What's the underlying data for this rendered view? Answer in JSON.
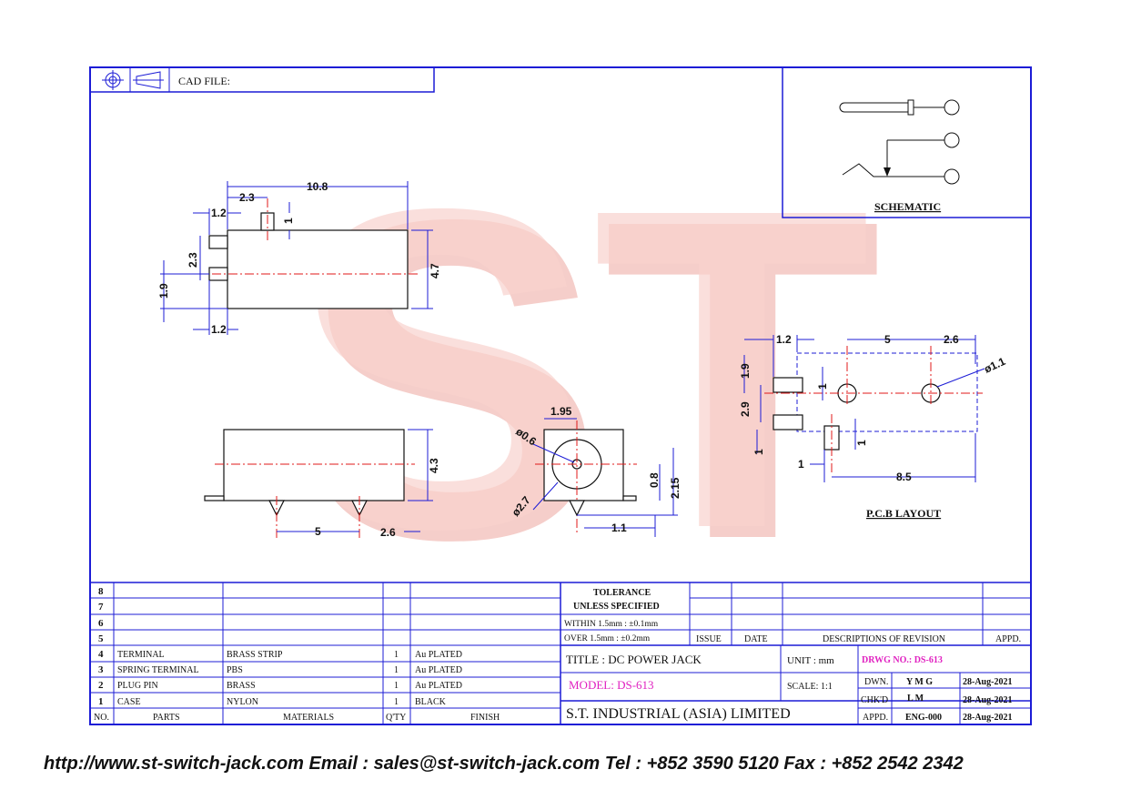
{
  "header": {
    "cad_file_label": "CAD FILE:"
  },
  "schematic": {
    "label": "SCHEMATIC"
  },
  "pcb": {
    "label": "P.C.B LAYOUT"
  },
  "dims": {
    "top_10_8": "10.8",
    "top_2_3": "2.3",
    "top_1_2a": "1.2",
    "top_1": "1",
    "top_2_3v": "2.3",
    "top_4_7": "4.7",
    "top_1_9": "1.9",
    "top_1_2b": "1.2",
    "side_4_3": "4.3",
    "side_5": "5",
    "side_2_6": "2.6",
    "front_1_95": "1.95",
    "front_d06": "ø0.6",
    "front_d27": "ø2.7",
    "front_0_8": "0.8",
    "front_2_15": "2.15",
    "front_1_1": "1.1",
    "pcb_1_2": "1.2",
    "pcb_5": "5",
    "pcb_2_6": "2.6",
    "pcb_1_9": "1.9",
    "pcb_2_9": "2.9",
    "pcb_1a": "1",
    "pcb_d11": "ø1.1",
    "pcb_1b": "1",
    "pcb_1c": "1",
    "pcb_1d": "1",
    "pcb_8_5": "8.5"
  },
  "bom": {
    "row_numbers": [
      "8",
      "7",
      "6",
      "5"
    ],
    "items": [
      {
        "no": "4",
        "part": "TERMINAL",
        "material": "BRASS STRIP",
        "qty": "1",
        "finish": "Au PLATED"
      },
      {
        "no": "3",
        "part": "SPRING TERMINAL",
        "material": "PBS",
        "qty": "1",
        "finish": "Au PLATED"
      },
      {
        "no": "2",
        "part": "PLUG PIN",
        "material": "BRASS",
        "qty": "1",
        "finish": "Au PLATED"
      },
      {
        "no": "1",
        "part": "CASE",
        "material": "NYLON",
        "qty": "1",
        "finish": "BLACK"
      }
    ],
    "headers": {
      "no": "NO.",
      "parts": "PARTS",
      "materials": "MATERIALS",
      "qty": "Q'TY",
      "finish": "FINISH"
    }
  },
  "tolerance": {
    "line1": "TOLERANCE",
    "line2": "UNLESS   SPECIFIED",
    "within": "WITHIN  1.5mm : ±0.1mm",
    "over": "OVER    1.5mm : ±0.2mm"
  },
  "revision": {
    "issue": "ISSUE",
    "date": "DATE",
    "descriptions": "DESCRIPTIONS OF REVISION",
    "appd": "APPD."
  },
  "title_block": {
    "title": "TITLE : DC POWER JACK",
    "unit": "UNIT :  mm",
    "drwg_no": "DRWG NO.: DS-613",
    "model": "MODEL: DS-613",
    "scale": "SCALE:  1:1",
    "dwn_label": "DWN.",
    "dwn_name": "Y M G",
    "dwn_date": "28-Aug-2021",
    "chkd_label": "CHK'D",
    "chkd_name": "L M",
    "chkd_date": "28-Aug-2021",
    "appd_label": "APPD.",
    "appd_name": "ENG-000",
    "appd_date": "28-Aug-2021",
    "company": "S.T.  INDUSTRIAL  (ASIA)  LIMITED"
  },
  "footer": {
    "contact": "http://www.st-switch-jack.com  Email : sales@st-switch-jack.com  Tel : +852 3590 5120  Fax : +852 2542 2342"
  },
  "watermark": {
    "text": "ST"
  },
  "colors": {
    "frame": "#1c1cd6",
    "centerline": "#e01818",
    "highlight": "#e020c0",
    "watermark": "#f4b3ac"
  }
}
